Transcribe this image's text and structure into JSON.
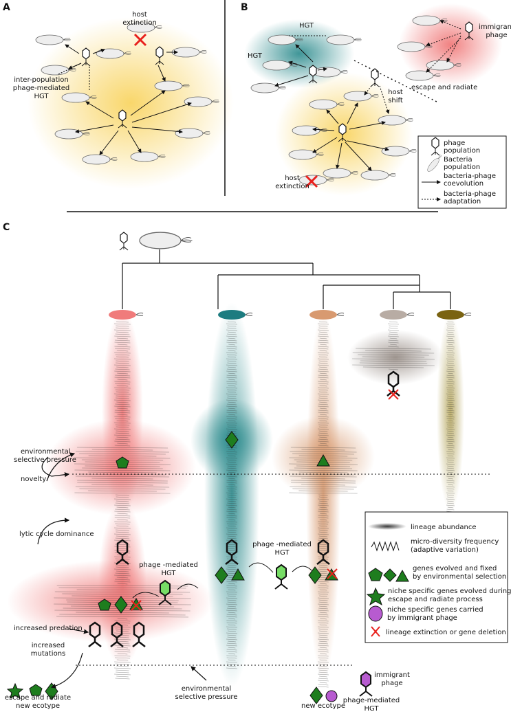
{
  "panels": {
    "a": "A",
    "b": "B",
    "c": "C"
  },
  "panel_a": {
    "host_extinction": [
      "host",
      "extinction"
    ],
    "inter_population": [
      "inter-population",
      "phage-mediated",
      "HGT"
    ]
  },
  "panel_b": {
    "hgt_top": "HGT",
    "hgt_left": "HGT",
    "immigrant_phage": [
      "immigrant",
      "phage"
    ],
    "escape_radiate": "escape and radiate",
    "host_shift": [
      "host",
      "shift"
    ],
    "host_extinction": [
      "host",
      "extinction"
    ],
    "legend": [
      "phage",
      "population",
      "Bacteria",
      "population",
      "bacteria-phage",
      "coevolution",
      "bacteria-phage",
      "adaptation"
    ]
  },
  "panel_c": {
    "env_pressure_top": [
      "environmental",
      "selective pressure"
    ],
    "novelty": "novelty",
    "lytic": "lytic cycle dominance",
    "hgt_mid": [
      "phage -mediated",
      "HGT"
    ],
    "hgt_left": [
      "phage -mediated",
      "HGT"
    ],
    "increased_predation": "increased predation",
    "increased_mutations": [
      "increased",
      "mutations"
    ],
    "escape_radiate": [
      "escape and radiate",
      "new ecotype"
    ],
    "env_pressure_bottom": [
      "environmental",
      "selective pressure"
    ],
    "new_ecotype": "new ecotype",
    "immigrant_phage": [
      "immigrant",
      "phage"
    ],
    "phage_mediated_hgt": [
      "phage-mediated",
      "HGT"
    ],
    "legend": {
      "abundance": "lineage abundance",
      "micro": [
        "micro-diversity frequency",
        "(adaptive variation)"
      ],
      "genes_fixed": [
        "genes evolved and fixed",
        "by environmental selection"
      ],
      "niche_escape": [
        "niche specific genes evolved during",
        "escape and radiate process"
      ],
      "niche_immigrant": [
        "niche specific genes carried",
        "by immigrant phage"
      ],
      "extinction": "lineage extinction or gene deletion"
    }
  },
  "colors": {
    "yellow": "#f8d25a",
    "teal": "#2a8a8c",
    "red": "#f07b7b",
    "tan": "#d89a70",
    "grey": "#b8aca4",
    "olive": "#8a7220",
    "green": "#1e7d1e",
    "purple": "#b75bd0",
    "cross": "#e8201c"
  }
}
